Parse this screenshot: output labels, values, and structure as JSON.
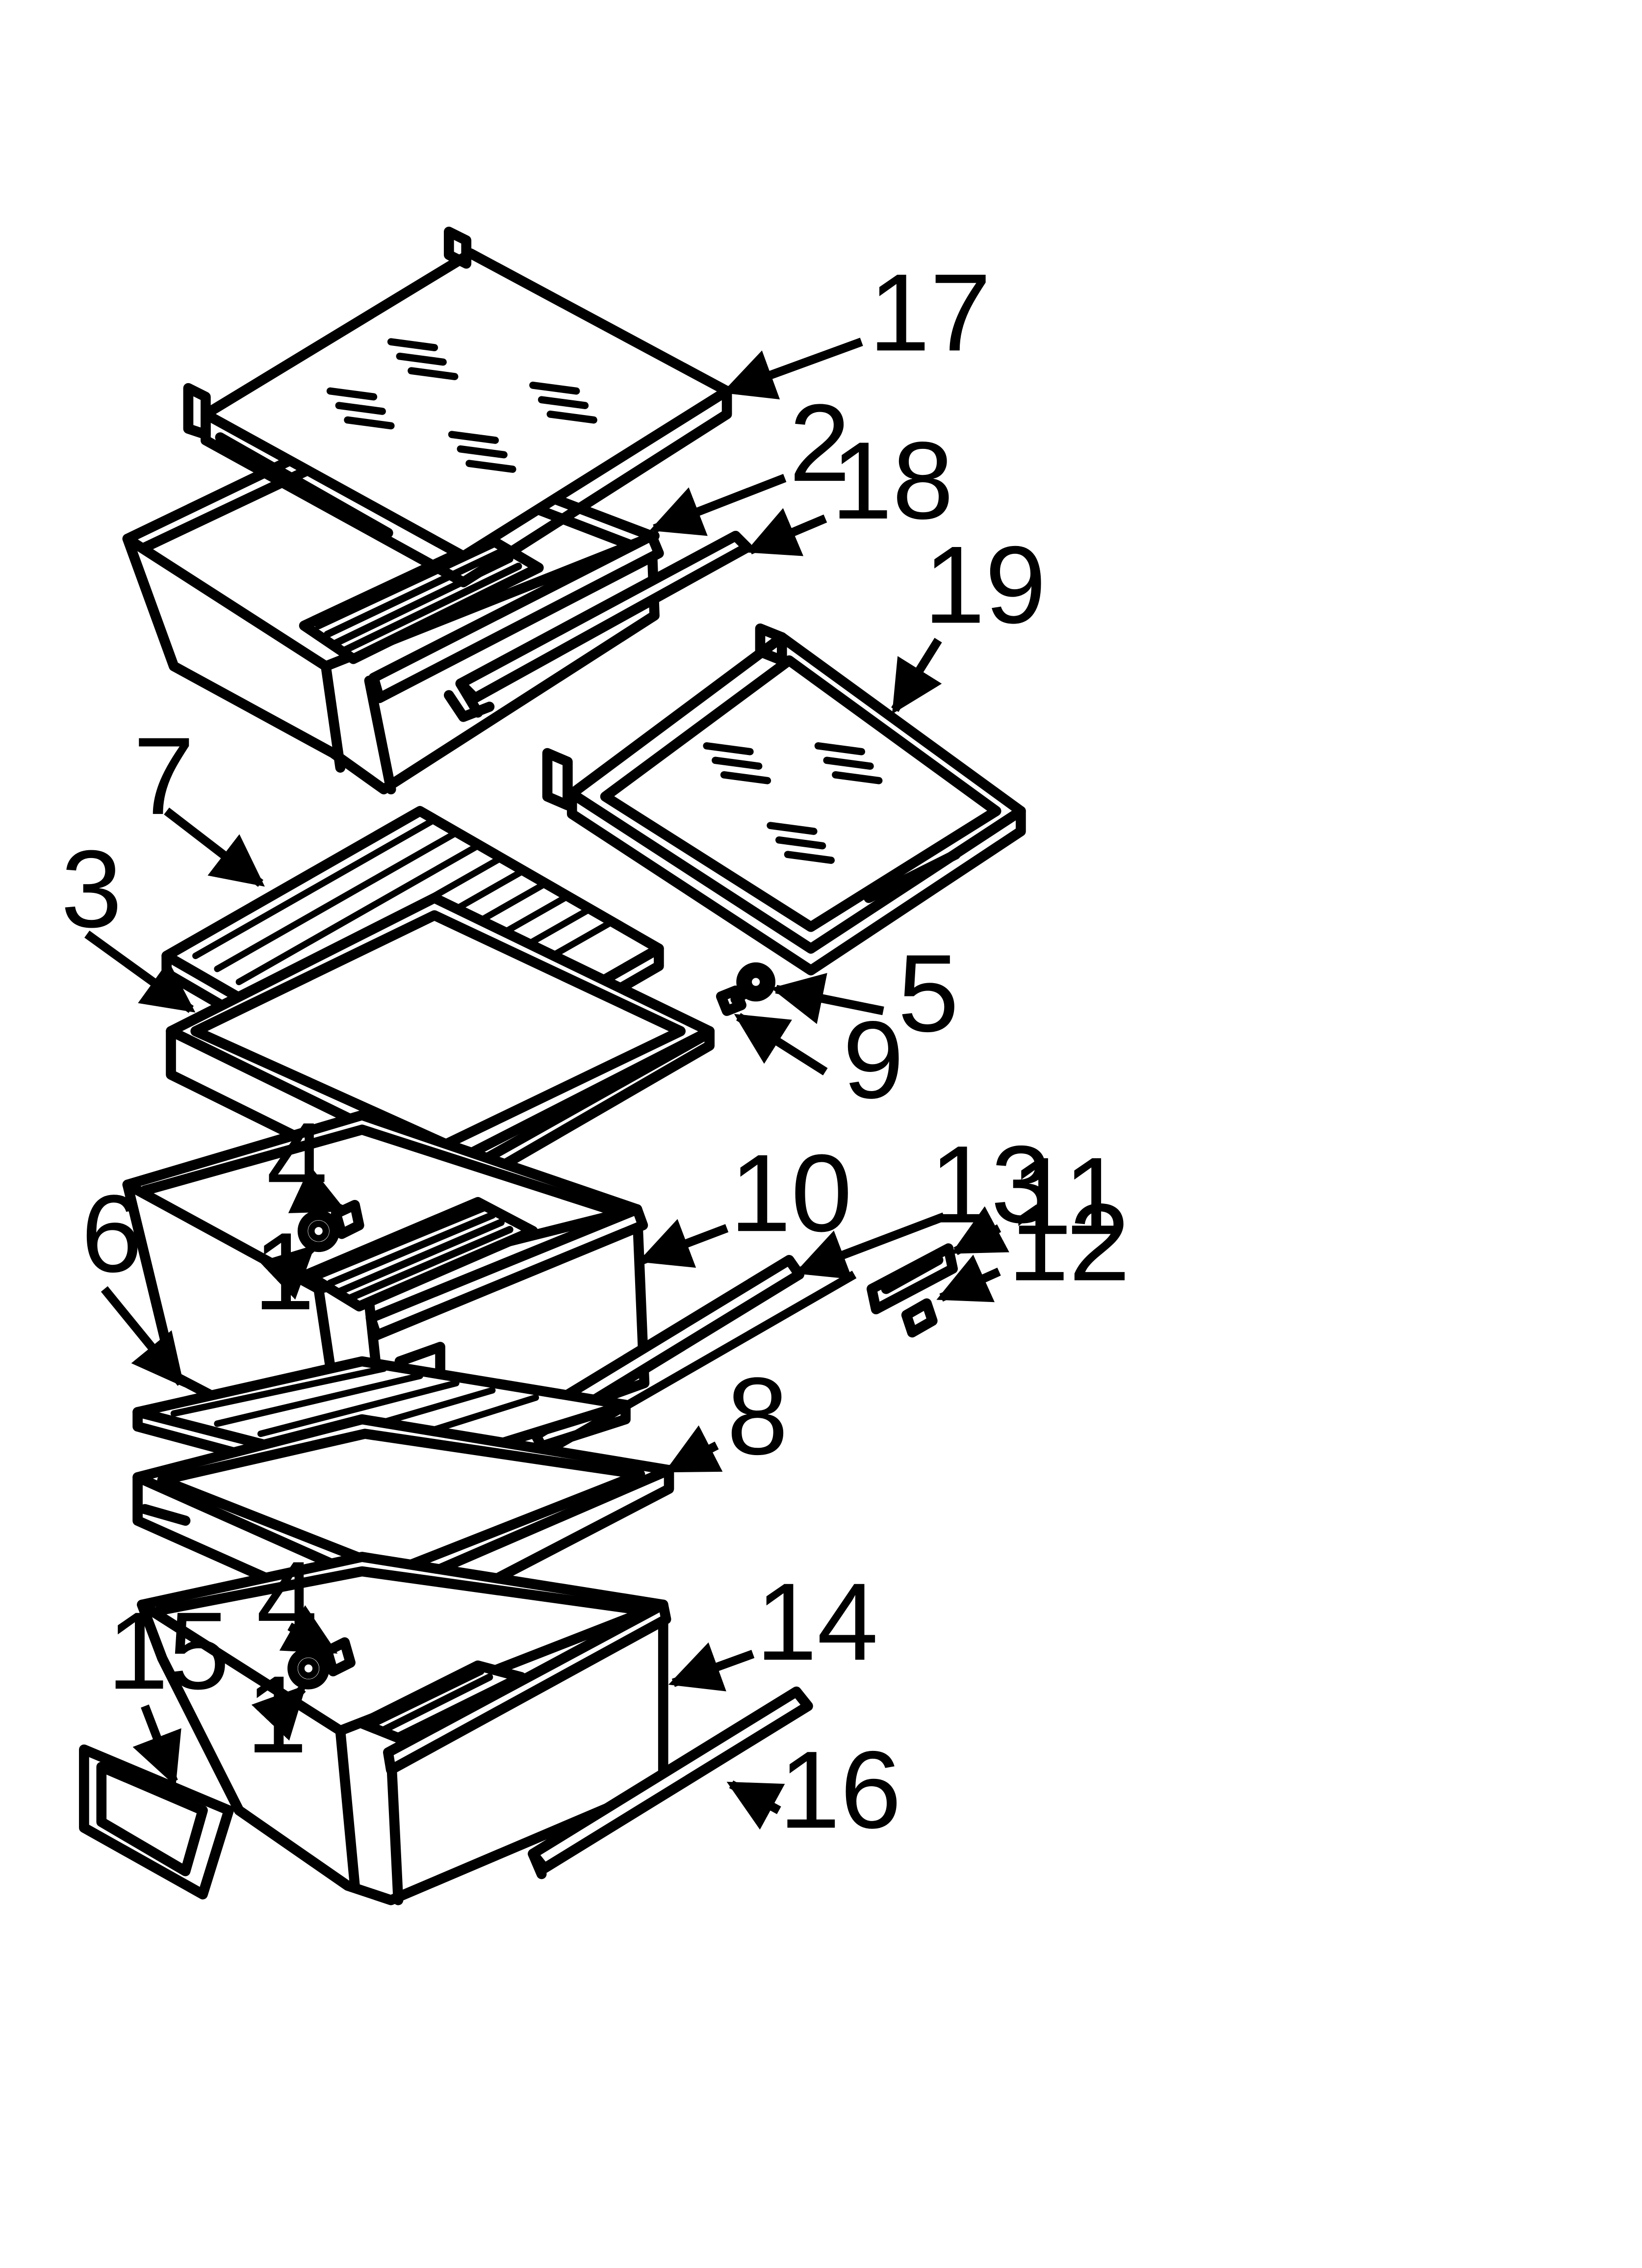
{
  "callouts": [
    {
      "id": "17",
      "text": "17"
    },
    {
      "id": "2",
      "text": "2"
    },
    {
      "id": "18",
      "text": "18"
    },
    {
      "id": "19",
      "text": "19"
    },
    {
      "id": "7",
      "text": "7"
    },
    {
      "id": "3",
      "text": "3"
    },
    {
      "id": "5",
      "text": "5"
    },
    {
      "id": "9",
      "text": "9"
    },
    {
      "id": "4a",
      "text": "4"
    },
    {
      "id": "1a",
      "text": "1"
    },
    {
      "id": "10",
      "text": "10"
    },
    {
      "id": "13",
      "text": "13"
    },
    {
      "id": "11",
      "text": "11"
    },
    {
      "id": "12",
      "text": "12"
    },
    {
      "id": "6",
      "text": "6"
    },
    {
      "id": "8",
      "text": "8"
    },
    {
      "id": "4b",
      "text": "4"
    },
    {
      "id": "1b",
      "text": "1"
    },
    {
      "id": "14",
      "text": "14"
    },
    {
      "id": "15",
      "text": "15"
    },
    {
      "id": "16",
      "text": "16"
    }
  ]
}
